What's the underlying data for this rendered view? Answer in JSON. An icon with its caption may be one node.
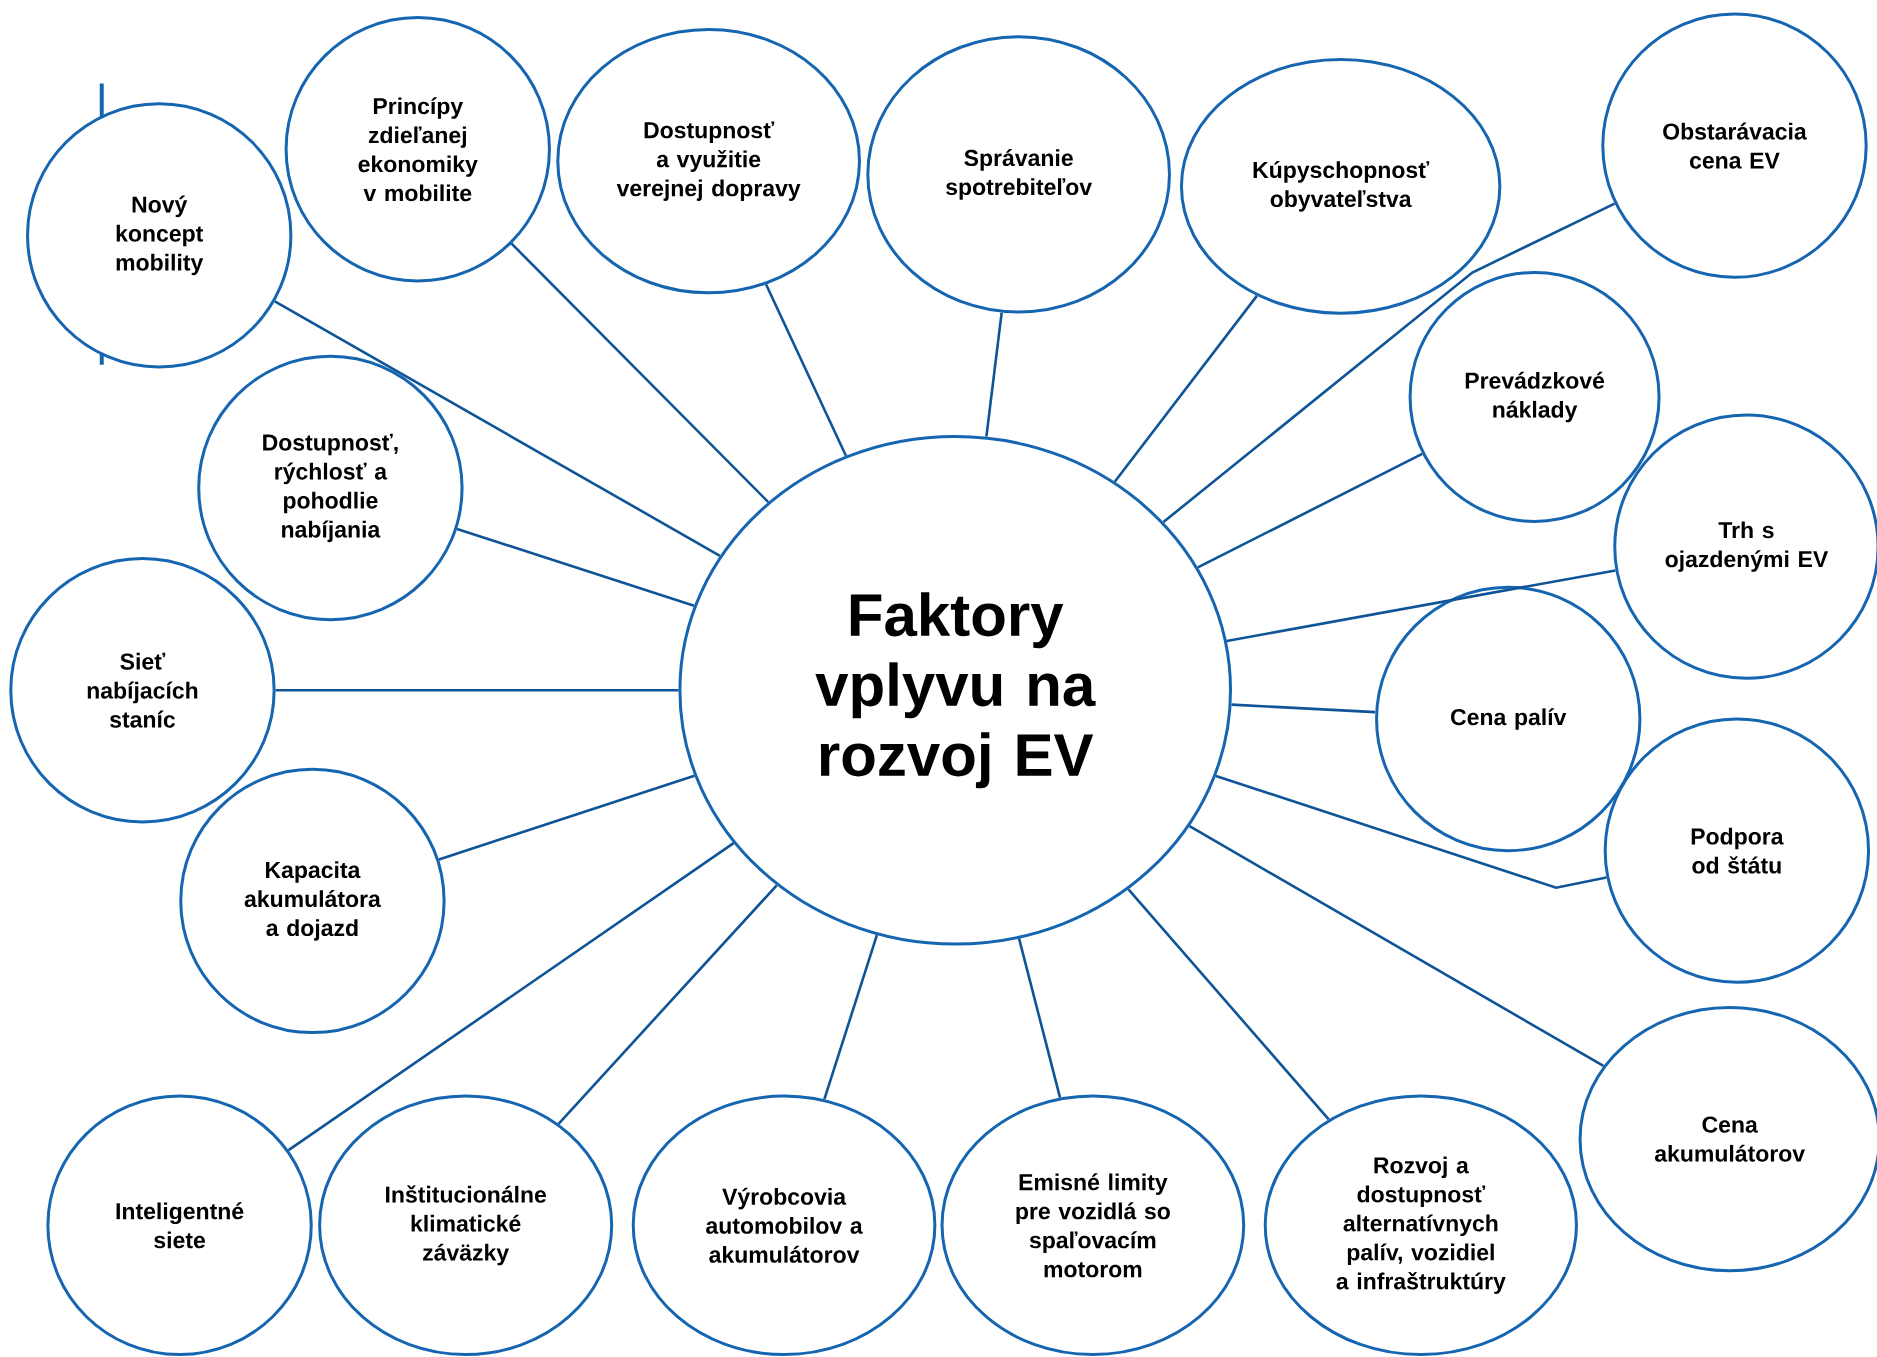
{
  "diagram": {
    "nodes": [
      {
        "text": [
          "Faktory vplyvu na rozvoj EV"
        ]
      },
      {
        "text": [
          "Nový koncept mobility"
        ]
      },
      {
        "text": [
          "Princípy zdieľanej ekonomiky v mobilite"
        ]
      },
      {
        "text": [
          "Dostupnosť a využitie verejnej dopravy"
        ]
      },
      {
        "text": [
          "Správanie spotrebiteľov"
        ]
      },
      {
        "text": [
          "Kúpyschopnosť obyvateľstva"
        ]
      },
      {
        "text": [
          "Obstarávacia cena EV"
        ]
      },
      {
        "text": [
          "Prevádzkové náklady"
        ]
      },
      {
        "text": [
          "Dostupnosť, rýchlosť a pohodlie nabíjania"
        ]
      },
      {
        "text": [
          "Trh s ojazdenými EV"
        ]
      },
      {
        "text": [
          "Sieť nabíjacích staníc"
        ]
      },
      {
        "text": [
          "Cena palív"
        ]
      },
      {
        "text": [
          "Podpora od štátu"
        ]
      },
      {
        "text": [
          "Kapacita akumulátora a dojazd"
        ]
      },
      {
        "text": [
          "Cena akumulátorov"
        ]
      },
      {
        "text": [
          "Inteligentné siete"
        ]
      },
      {
        "text": [
          "Inštitucionálne klimatické záväzky"
        ]
      },
      {
        "text": [
          "Výrobcovia automobilov a akumulátorov"
        ]
      },
      {
        "text": [
          "Emisné limity pre vozidlá so spaľovacím motorom"
        ]
      },
      {
        "text": [
          "Rozvoj a dostupnosť alternatívnych palív, vozidiel a infraštruktúry"
        ]
      }
    ],
    "edges": [
      {
        "from": 0,
        "to": 1,
        "arrow": "none"
      },
      {
        "from": 0,
        "to": 2,
        "arrow": "none"
      },
      {
        "from": 0,
        "to": 3,
        "arrow": "none"
      },
      {
        "from": 0,
        "to": 4,
        "arrow": "none"
      },
      {
        "from": 0,
        "to": 5,
        "arrow": "none"
      },
      {
        "from": 0,
        "to": 6,
        "arrow": "none"
      },
      {
        "from": 0,
        "to": 7,
        "arrow": "none"
      },
      {
        "from": 0,
        "to": 8,
        "arrow": "none"
      },
      {
        "from": 0,
        "to": 9,
        "arrow": "none"
      },
      {
        "from": 0,
        "to": 10,
        "arrow": "none"
      },
      {
        "from": 0,
        "to": 11,
        "arrow": "none"
      },
      {
        "from": 0,
        "to": 12,
        "arrow": "none"
      },
      {
        "from": 0,
        "to": 13,
        "arrow": "none"
      },
      {
        "from": 0,
        "to": 14,
        "arrow": "none"
      },
      {
        "from": 0,
        "to": 15,
        "arrow": "none"
      },
      {
        "from": 0,
        "to": 16,
        "arrow": "none"
      },
      {
        "from": 0,
        "to": 17,
        "arrow": "none"
      },
      {
        "from": 0,
        "to": 18,
        "arrow": "none"
      },
      {
        "from": 0,
        "to": 19,
        "arrow": "none"
      }
    ]
  }
}
